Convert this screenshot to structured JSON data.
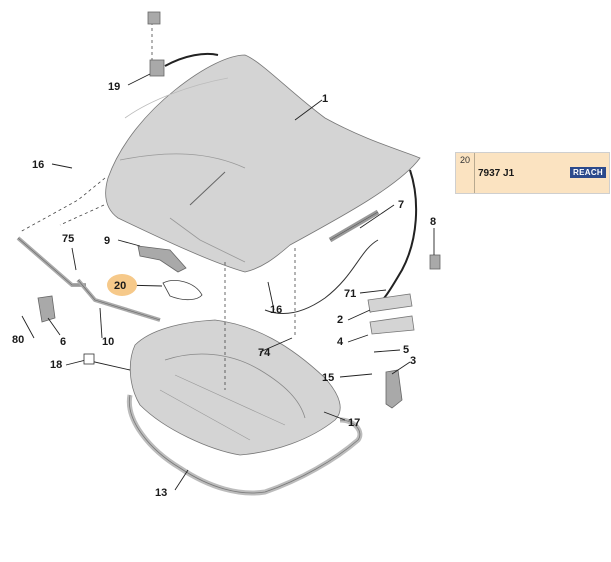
{
  "callouts": {
    "c1": "1",
    "c2": "2",
    "c3": "3",
    "c4": "4",
    "c5": "5",
    "c6": "6",
    "c7": "7",
    "c8": "8",
    "c9": "9",
    "c10": "10",
    "c13": "13",
    "c15": "15",
    "c16a": "16",
    "c16b": "16",
    "c17": "17",
    "c18": "18",
    "c19": "19",
    "c20": "20",
    "c71": "71",
    "c74": "74",
    "c75": "75",
    "c80": "80"
  },
  "info_panel": {
    "ref": "20",
    "code": "7937 J1",
    "badge": "REACH"
  },
  "highlight_color": "#f6c98a",
  "panel_color": "#fbe3c1",
  "badge_color": "#2c4a8c"
}
